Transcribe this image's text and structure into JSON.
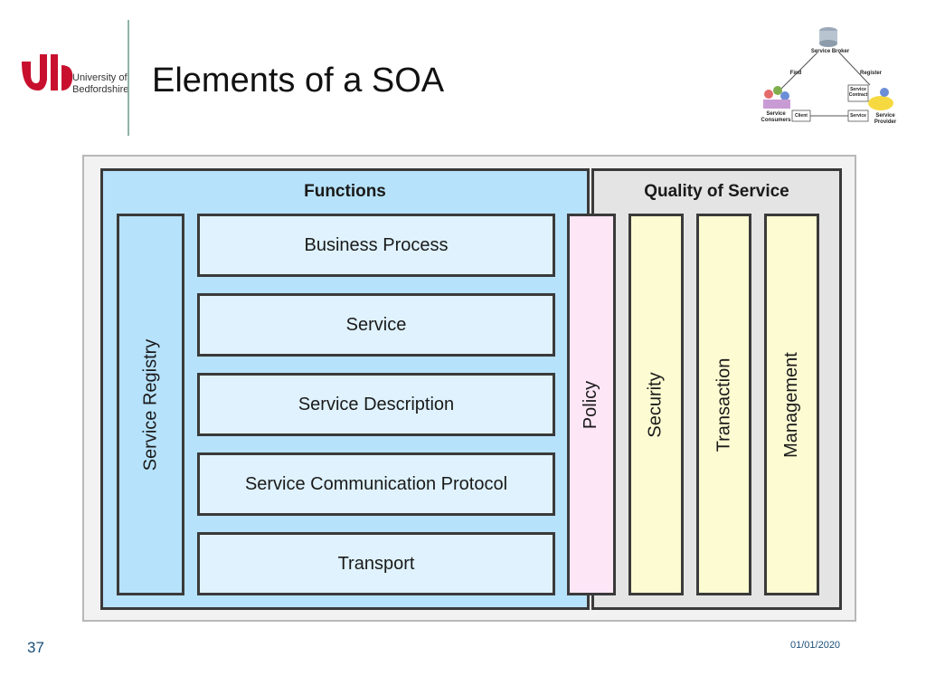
{
  "header": {
    "logo_text_line1": "University of",
    "logo_text_line2": "Bedfordshire",
    "title": "Elements of a SOA"
  },
  "mini_diagram": {
    "broker": "Service Broker",
    "find": "Find",
    "register": "Register",
    "contract_line1": "Service",
    "contract_line2": "Contract",
    "consumers_line1": "Service",
    "consumers_line2": "Consumers",
    "client": "Client",
    "service": "Service",
    "provider_line1": "Service",
    "provider_line2": "Provider"
  },
  "diagram": {
    "functions_title": "Functions",
    "qos_title": "Quality of Service",
    "registry": "Service Registry",
    "layers": [
      "Business Process",
      "Service",
      "Service Description",
      "Service Communication Protocol",
      "Transport"
    ],
    "policy": "Policy",
    "qos_items": [
      "Security",
      "Transaction",
      "Management"
    ]
  },
  "footer": {
    "page_number": "37",
    "date": "01/01/2020"
  },
  "colors": {
    "functions_bg": "#b7e2fb",
    "layer_bg": "#dff2fd",
    "qos_bg": "#e4e4e4",
    "policy_bg": "#fde6f5",
    "qos_item_bg": "#fdfbd2"
  }
}
